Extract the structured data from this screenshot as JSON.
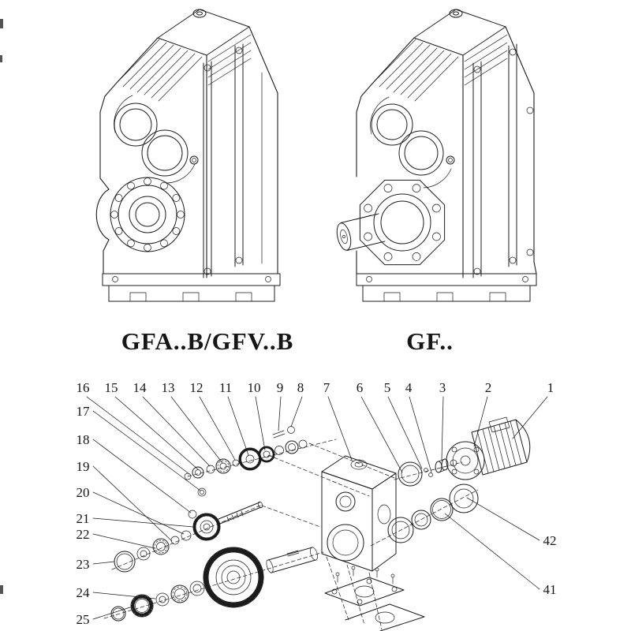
{
  "figure": {
    "left_model_label": "GFA..B/GFV..B",
    "right_model_label": "GF.."
  },
  "callouts": {
    "top_row": [
      "16",
      "15",
      "14",
      "13",
      "12",
      "11",
      "10",
      "9",
      "8",
      "7",
      "6",
      "5",
      "4",
      "3",
      "2",
      "1"
    ],
    "left_column": [
      "17",
      "18",
      "19",
      "20",
      "21",
      "22",
      "23",
      "24",
      "25"
    ],
    "right_column": [
      "42",
      "41"
    ]
  },
  "colors": {
    "ink": "#1c1c1c",
    "paper": "#ffffff"
  }
}
